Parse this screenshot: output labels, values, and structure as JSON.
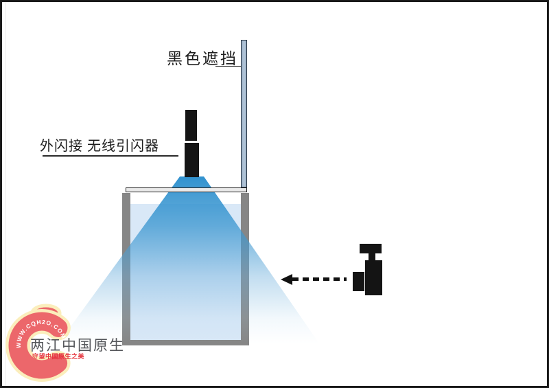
{
  "labels": {
    "black_shield": "黑色遮挡",
    "flash_trigger": "外闪接 无线引闪器"
  },
  "watermark": {
    "url": "WWW.CQH2O.COM",
    "name": "两江中国原生",
    "tagline": "守望中国原生之美"
  },
  "icons": {
    "flash_unit": "flash-unit-icon",
    "camera": "camera-icon",
    "dashed_arrow": "dashed-arrow-left-icon",
    "light_cone": "light-cone",
    "tank": "aquarium-tank",
    "shield_panel": "black-shield-panel",
    "logo_ring": "logo-c-ring"
  },
  "colors": {
    "cone_blue": "#2f93d0",
    "water_blue": "#d9e8f7",
    "tank_gray": "#868686",
    "shield_fill": "#aabfd3",
    "flash_black": "#151515",
    "arrow_black": "#111111",
    "logo_ring_red": "#ec676b",
    "logo_ring_outline": "#fbeebc",
    "logo_name_gray": "#54565a",
    "logo_tagline_red": "#e5343d",
    "frame_black": "#1a1a1a"
  }
}
